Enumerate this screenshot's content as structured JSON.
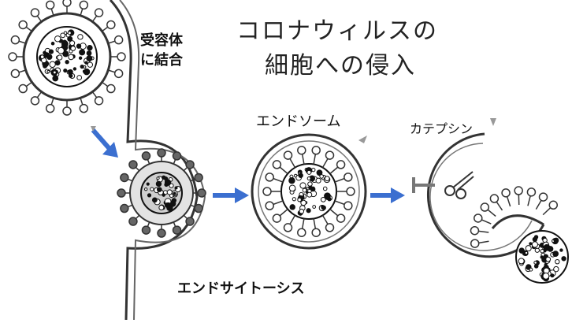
{
  "title": {
    "line1": "コロナウィルスの",
    "line2": "細胞への侵入"
  },
  "labels": {
    "receptor_binding": "受容体",
    "receptor_binding_2": "に結合",
    "endosome": "エンドソーム",
    "cathepsin": "カテプシン",
    "endocytosis": "エンドサイトーシス"
  },
  "colors": {
    "arrow": "#3b6fd0",
    "line": "#333333",
    "endosome_fill": "#f2f2f2"
  },
  "icons": {
    "scissors": "scissors-icon"
  }
}
